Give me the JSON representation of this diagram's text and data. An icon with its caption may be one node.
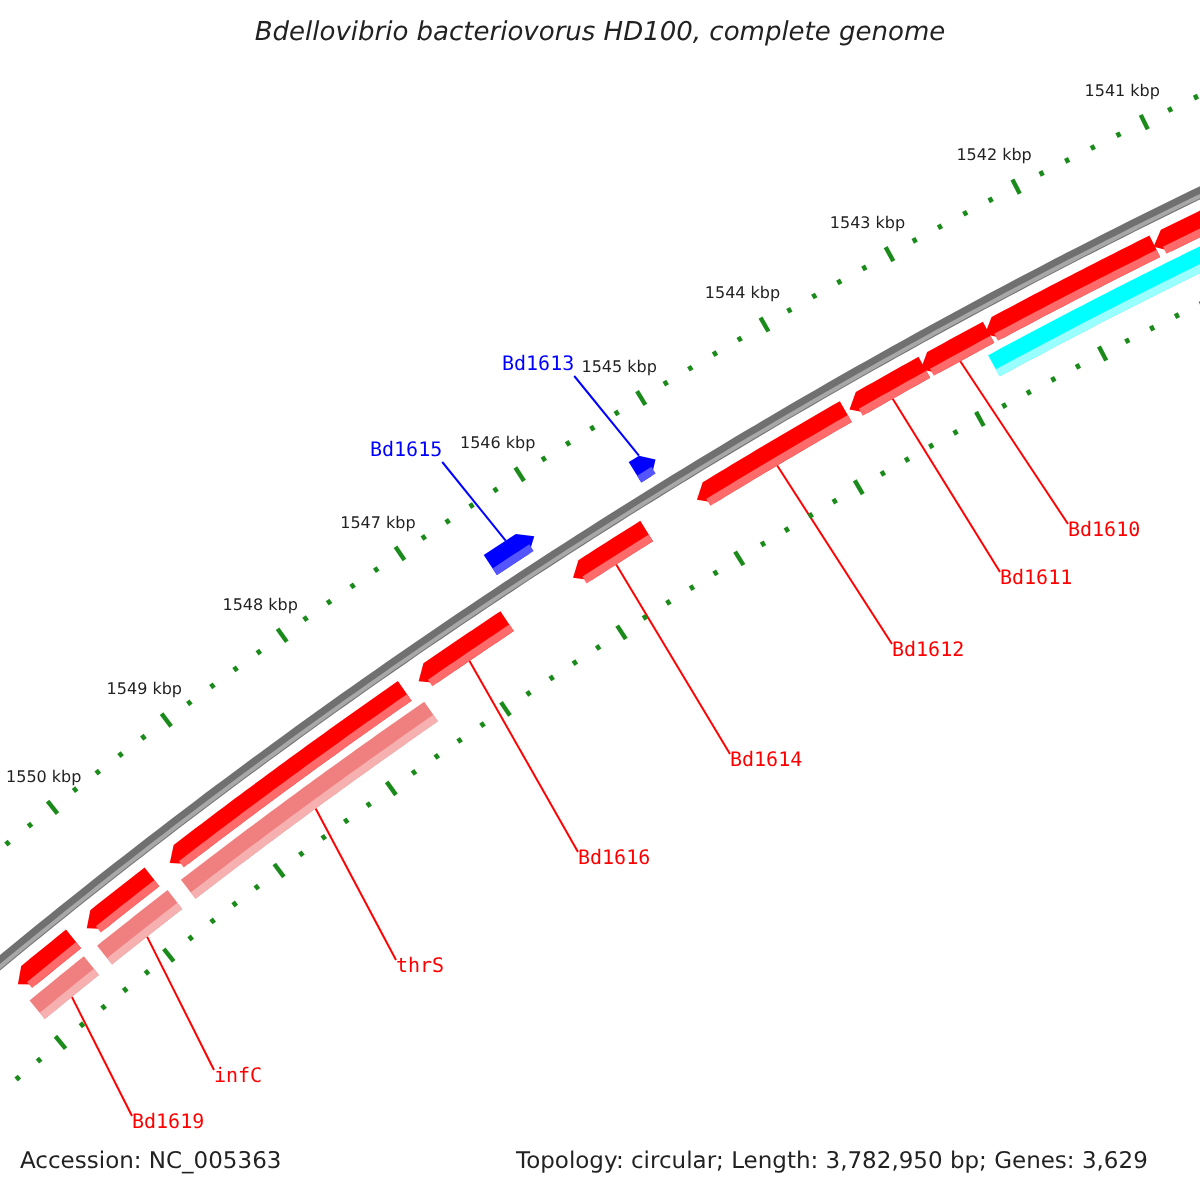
{
  "diagram": {
    "title": "Bdellovibrio bacteriovorus HD100, complete genome",
    "nodes": [
      {
        "text": [
          "Bd1613"
        ]
      },
      {
        "text": [
          "Bd1615"
        ]
      },
      {
        "text": [
          "Bd1610"
        ]
      },
      {
        "text": [
          "Bd1611"
        ]
      },
      {
        "text": [
          "Bd1612"
        ]
      },
      {
        "text": [
          "Bd1614"
        ]
      },
      {
        "text": [
          "Bd1616"
        ]
      },
      {
        "text": [
          "thrS"
        ]
      },
      {
        "text": [
          "infC"
        ]
      },
      {
        "text": [
          "Bd1619"
        ]
      },
      {
        "text": [],
        "shape": "bar"
      },
      {
        "text": [],
        "shape": "bar"
      },
      {
        "text": [],
        "shape": "bar"
      },
      {
        "text": [],
        "shape": "bar"
      },
      {
        "text": [],
        "shape": "bar"
      },
      {
        "text": [],
        "shape": "bar"
      },
      {
        "text": [],
        "shape": "bar"
      },
      {
        "text": [],
        "shape": "bar"
      },
      {
        "text": [],
        "shape": "bar"
      },
      {
        "text": [],
        "shape": "bar"
      },
      {
        "text": [],
        "shape": "bar"
      },
      {
        "text": [],
        "shape": "bar"
      },
      {
        "text": [],
        "shape": "bar"
      },
      {
        "text": [],
        "shape": "bar"
      },
      {
        "text": [],
        "shape": "bar"
      },
      {
        "text": [],
        "shape": "bar"
      }
    ],
    "edges": [
      {
        "from": 0,
        "to": 19,
        "arrow": "none",
        "color": "#0000ff"
      },
      {
        "from": 1,
        "to": 17,
        "arrow": "none",
        "color": "#0000ff"
      },
      {
        "from": 2,
        "to": 22,
        "arrow": "none"
      },
      {
        "from": 3,
        "to": 21,
        "arrow": "none"
      },
      {
        "from": 4,
        "to": 20,
        "arrow": "none"
      },
      {
        "from": 5,
        "to": 18,
        "arrow": "none"
      },
      {
        "from": 6,
        "to": 16,
        "arrow": "none"
      },
      {
        "from": 7,
        "to": 15,
        "arrow": "none"
      },
      {
        "from": 8,
        "to": 13,
        "arrow": "none"
      },
      {
        "from": 9,
        "to": 11,
        "arrow": "none"
      }
    ],
    "labels": [
      "1541 kbp",
      "1542 kbp",
      "1543 kbp",
      "1544 kbp",
      "1545 kbp",
      "1546 kbp",
      "1547 kbp",
      "1548 kbp",
      "1549 kbp",
      "1550 kbp",
      "Accession: NC_005363",
      "Topology: circular; Length: 3,782,950 bp; Genes: 3,629"
    ]
  }
}
